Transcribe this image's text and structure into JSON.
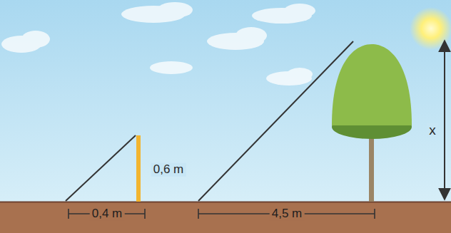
{
  "diagram": {
    "labels": [
      "0,6 m",
      "0,4 m",
      "4,5 m",
      "x"
    ]
  }
}
